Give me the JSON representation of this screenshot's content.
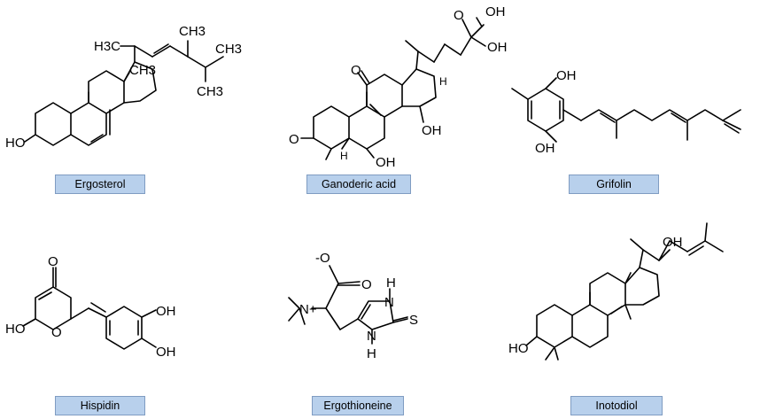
{
  "compounds": [
    {
      "name": "Ergosterol",
      "atom_labels": [
        "HO",
        "H3C",
        "CH3",
        "CH3",
        "CH3",
        "CH3"
      ]
    },
    {
      "name": "Ganoderic acid",
      "atom_labels": [
        "O",
        "O",
        "OH",
        "H",
        "OH",
        "OH",
        "O",
        "H",
        "OH"
      ]
    },
    {
      "name": "Grifolin",
      "atom_labels": [
        "OH",
        "OH"
      ]
    },
    {
      "name": "Hispidin",
      "atom_labels": [
        "O",
        "HO",
        "O",
        "OH",
        "OH"
      ]
    },
    {
      "name": "Ergothioneine",
      "atom_labels": [
        "-O",
        "O",
        "N+",
        "H",
        "N",
        "N",
        "H",
        "S"
      ]
    },
    {
      "name": "Inotodiol",
      "atom_labels": [
        "OH",
        "HO"
      ]
    }
  ],
  "label_color": "#b8d0ec",
  "label_border_color": "#7f9cc2"
}
